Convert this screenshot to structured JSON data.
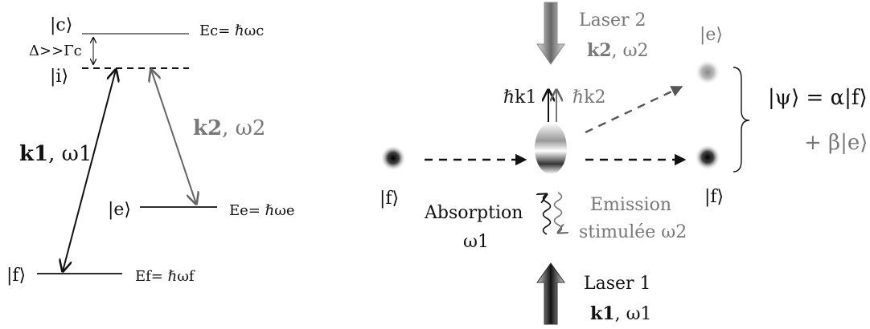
{
  "levels": {
    "c": {
      "label": "|c⟩",
      "energy": "Ec= ℏωc"
    },
    "i": {
      "label": "|i⟩"
    },
    "e": {
      "label": "|e⟩",
      "energy": "Ee= ℏωe"
    },
    "f": {
      "label": "|f⟩",
      "energy": "Ef= ℏωf"
    }
  },
  "detuning": "Δ>>Γc",
  "beams": {
    "k1": {
      "k": "k1",
      "omega": "ω1"
    },
    "k2": {
      "k": "k2",
      "omega": "ω2"
    }
  },
  "right": {
    "laser2": {
      "title": "Laser 2",
      "k": "k2",
      "omega": "ω2"
    },
    "laser1": {
      "title": "Laser 1",
      "k": "k1",
      "omega": "ω1"
    },
    "kick1": "ℏk1",
    "kick2": "ℏk2",
    "absorption": {
      "line1": "Absorption",
      "line2": "ω1"
    },
    "emission": {
      "line1": "Emission",
      "line2": "stimulée ω2"
    },
    "label_f_left": "|f⟩",
    "label_f_right": "|f⟩",
    "label_e": "|e⟩",
    "psi": {
      "line1": "|ψ⟩ = α|f⟩",
      "line2": "+ β|e⟩"
    }
  },
  "colors": {
    "black": "#111111",
    "gray": "#777777",
    "dark_gray": "#555555"
  }
}
